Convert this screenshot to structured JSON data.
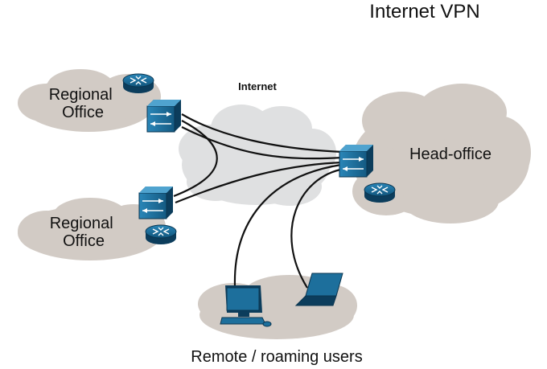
{
  "title": "Internet VPN",
  "labels": {
    "internet": "Internet",
    "regional_office_top": [
      "Regional",
      "Office"
    ],
    "regional_office_bottom": [
      "Regional",
      "Office"
    ],
    "head_office": "Head-office",
    "remote_users": "Remote / roaming users"
  },
  "colors": {
    "cloud": "#d2cbc5",
    "internet_cloud": "#dfe0e1",
    "device_blue": "#1d6f9c",
    "device_dark": "#0c3d5c",
    "link": "#111111"
  },
  "icons": [
    "router-icon",
    "firewall-icon",
    "desktop-computer-icon",
    "laptop-icon"
  ]
}
